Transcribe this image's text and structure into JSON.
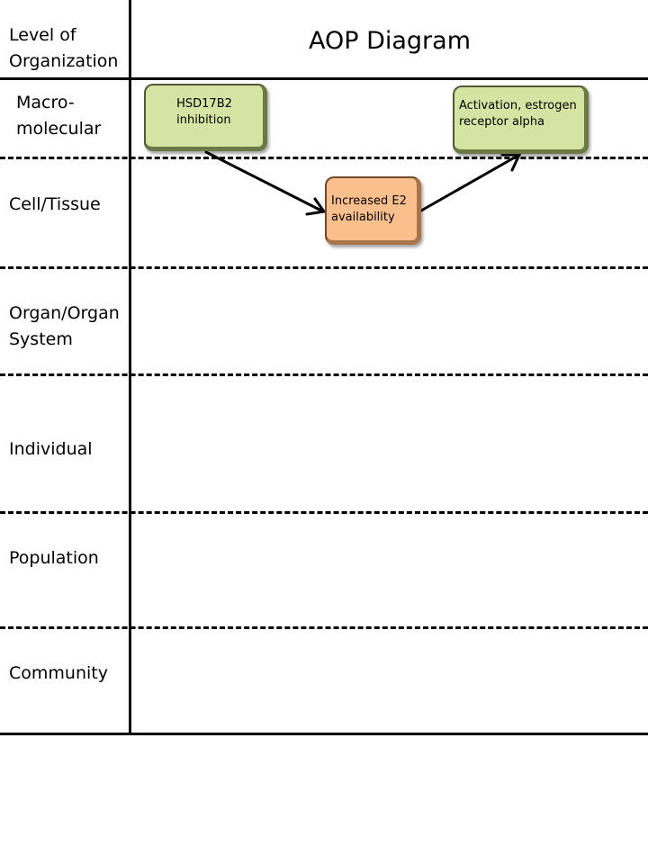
{
  "header": {
    "level_label": "Level of Organization",
    "title": "AOP Diagram"
  },
  "levels": [
    "Macro-molecular",
    "Cell/Tissue",
    "Organ/Organ System",
    "Individual",
    "Population",
    "Community"
  ],
  "levels_display": [
    [
      "Macro-",
      "molecular"
    ],
    [
      "Cell/Tissue"
    ],
    [
      "Organ/Organ",
      "System"
    ],
    [
      "Individual"
    ],
    [
      "Population"
    ],
    [
      "Community"
    ]
  ],
  "nodes": [
    {
      "label": "HSD17B2 inhibition",
      "lines": [
        "HSD17B2",
        "inhibition"
      ],
      "level": "Macro-molecular",
      "color": "#d5e4a3"
    },
    {
      "label": "Increased E2 availability",
      "lines": [
        "Increased E2",
        "availability"
      ],
      "level": "Cell/Tissue",
      "color": "#fbbf8e"
    },
    {
      "label": "Activation, estrogen receptor alpha",
      "lines": [
        "Activation, estrogen",
        "receptor alpha"
      ],
      "level": "Macro-molecular",
      "color": "#d5e4a3"
    }
  ],
  "edges": [
    {
      "from": "HSD17B2 inhibition",
      "to": "Increased E2 availability"
    },
    {
      "from": "Increased E2 availability",
      "to": "Activation, estrogen receptor alpha"
    }
  ]
}
